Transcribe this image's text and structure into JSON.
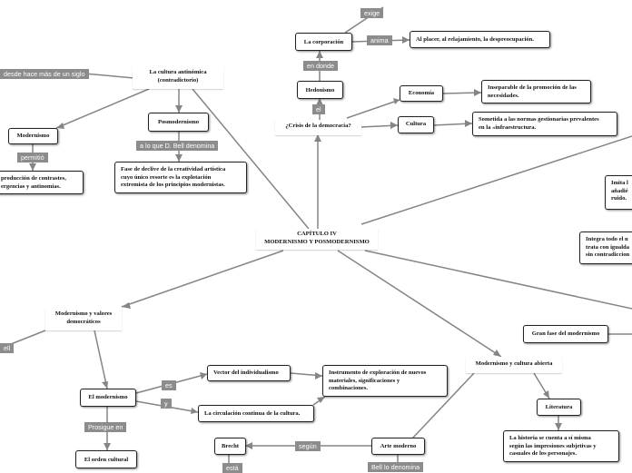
{
  "nodes": {
    "central": "CAPÍTULO IV\nMODERNISMO Y POSMODERNISMO",
    "cultura_antinomica": "La cultura antinómica\n(contradictorio)",
    "modernismo": "Modernismo",
    "modernismo_text": "producción de contrastes,\nergencias y antinomias.",
    "posmodernismo": "Posmodernismo",
    "posmodernismo_text": "Fase de declive de la creatividad artística\ncuyo único resorte es la explotación\nextremista de los principios modernistas.",
    "corporacion": "La corporación",
    "placer": "Al placer, al relajamiento, la despreocupación.",
    "hedonismo": "Hedonismo",
    "crisis": "¿Crisis de la democracia?",
    "economia": "Economía",
    "economia_text": "Inseparable de la promoción de las\nnecesidades.",
    "cultura": "Cultura",
    "cultura_text": "Sometida a las normas gestionarias prevalentes\nen la «infraestructura.",
    "imita": "Imita l\nañadié\nruido.",
    "integra": "Integra todo el n\ntrata con igualda\nsin contradiccion",
    "gran_fase": "Gran fase del modernismo",
    "valores": "Modernismo y valores\ndemocráticos",
    "el_modernismo": "El modernismo",
    "vector": "Vector del individualismo",
    "instrumento": "Instrumento de exploración de nuevos\nmateriales, significaciones y\ncombinaciones.",
    "circulacion": "La circulación continua de la cultura.",
    "orden_cultural": "El orden cultural",
    "cultura_abierta": "Modernismo y cultura abierta",
    "literatura": "Literatura",
    "literatura_text": "La historia se cuenta a sí misma\nsegún las impresiones subjetivas y\ncasuales de los personajes.",
    "arte_moderno": "Arte moderno",
    "brecht": "Brecht"
  },
  "labels": {
    "exige": "exige",
    "anima": "anima",
    "en_donde": "en donde",
    "el": "el",
    "desde": "desde hace más de un siglo",
    "permitio": "permitió",
    "bell_denomina": "a lo que D. Bell denomina",
    "bell_left": "ell",
    "es": "es",
    "y": "y",
    "prosigue": "Prosigue en",
    "segun": "según",
    "esta": "está",
    "bell_lo_denomina": "Bell lo denomina"
  }
}
